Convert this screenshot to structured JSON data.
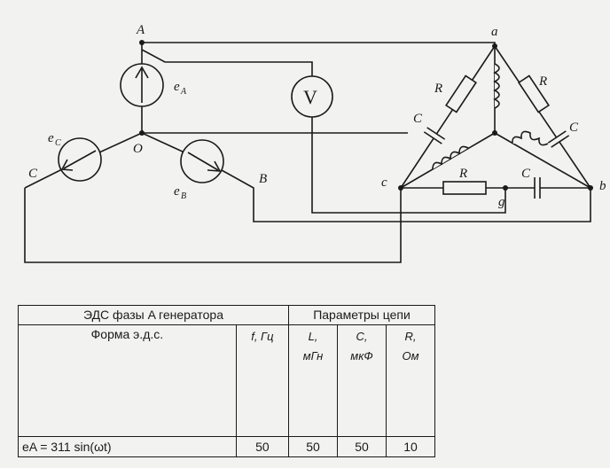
{
  "diagram": {
    "labels": {
      "node_A": "A",
      "node_O": "O",
      "node_B": "B",
      "node_C": "C",
      "node_a": "a",
      "node_b": "b",
      "node_c": "c",
      "node_g": "g",
      "emf_A": "e",
      "emf_A_sub": "A",
      "emf_B": "e",
      "emf_B_sub": "B",
      "emf_C": "e",
      "emf_C_sub": "C",
      "voltmeter": "V",
      "R_left": "R",
      "R_right": "R",
      "R_bottom": "R",
      "C_left": "C",
      "C_right": "C",
      "C_bottom": "C"
    }
  },
  "table": {
    "header_left": "ЭДС фазы A генератора",
    "header_right": "Параметры цепи",
    "col_form": "Форма э.д.с.",
    "col_f_line1": "f, Гц",
    "col_L_line1": "L,",
    "col_L_line2": "мГн",
    "col_C_line1": "C,",
    "col_C_line2": "мкФ",
    "col_R_line1": "R,",
    "col_R_line2": "Ом",
    "row": {
      "form": "eA = 311 sin(ωt)",
      "f": "50",
      "L": "50",
      "C": "50",
      "R": "10"
    }
  }
}
